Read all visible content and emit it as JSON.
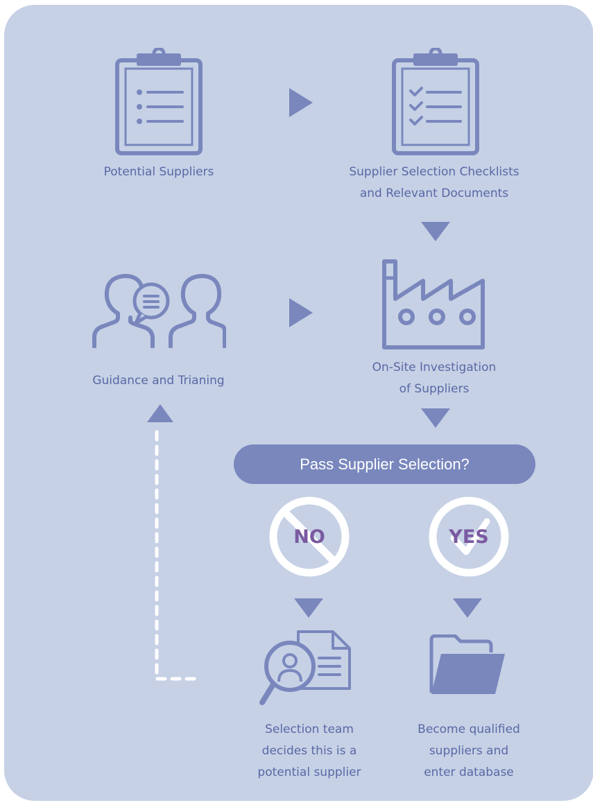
{
  "steps": {
    "potential_suppliers": "Potential Suppliers",
    "checklists": "Supplier Selection Checklists\nand Relevant Documents",
    "guidance": "Guidance and Trianing",
    "investigation": "On-Site Investigation\nof Suppliers",
    "decision": "Pass Supplier Selection?",
    "no_label": "NO",
    "yes_label": "YES",
    "no_outcome": "Selection team\ndecides this is a\npotential supplier",
    "yes_outcome": "Become qualified\nsuppliers and\nenter database"
  },
  "colors": {
    "background": "#c6d1e6",
    "accent": "#7987bd",
    "text": "#5a68a4",
    "badge_text": "#7a5aa0"
  },
  "icons": [
    "clipboard-list-icon",
    "clipboard-checklist-icon",
    "people-chat-icon",
    "factory-icon",
    "no-sign-icon",
    "yes-check-icon",
    "search-profile-icon",
    "folder-icon"
  ]
}
